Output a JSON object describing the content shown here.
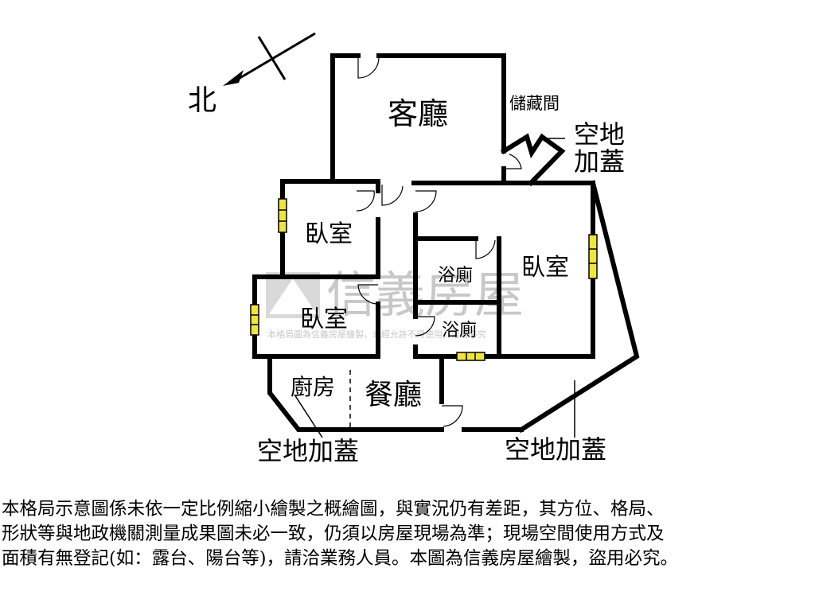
{
  "compass": {
    "north_label": "北"
  },
  "rooms": {
    "living_room": "客廳",
    "storage": "儲藏間",
    "bedroom_top": "臥室",
    "bedroom_right": "臥室",
    "bedroom_left": "臥室",
    "bath_top": "浴廁",
    "bath_bottom": "浴廁",
    "kitchen": "廚房",
    "dining": "餐廳"
  },
  "notes": {
    "open_space_right_top_line1": "空地",
    "open_space_right_top_line2": "加蓋",
    "open_space_bottom_left": "空地加蓋",
    "open_space_bottom_right": "空地加蓋"
  },
  "watermark": {
    "brand": "信義房屋",
    "sub": "本格局圖為信義房屋繪製，未經允許不得使用，違者必究"
  },
  "disclaimer": {
    "line1": "本格局示意圖係未依一定比例縮小繪製之概繪圖，與實況仍有差距，其方位、格局、",
    "line2": "形狀等與地政機關測量成果圖未必一致，仍須以房屋現場為準；現場空間使用方式及",
    "line3": "面積有無登記(如：露台、陽台等)，請洽業務人員。本圖為信義房屋繪製，盜用必究。"
  },
  "colors": {
    "wall": "#000000",
    "window": "#f0e442",
    "watermark": "#c8c8c8"
  }
}
